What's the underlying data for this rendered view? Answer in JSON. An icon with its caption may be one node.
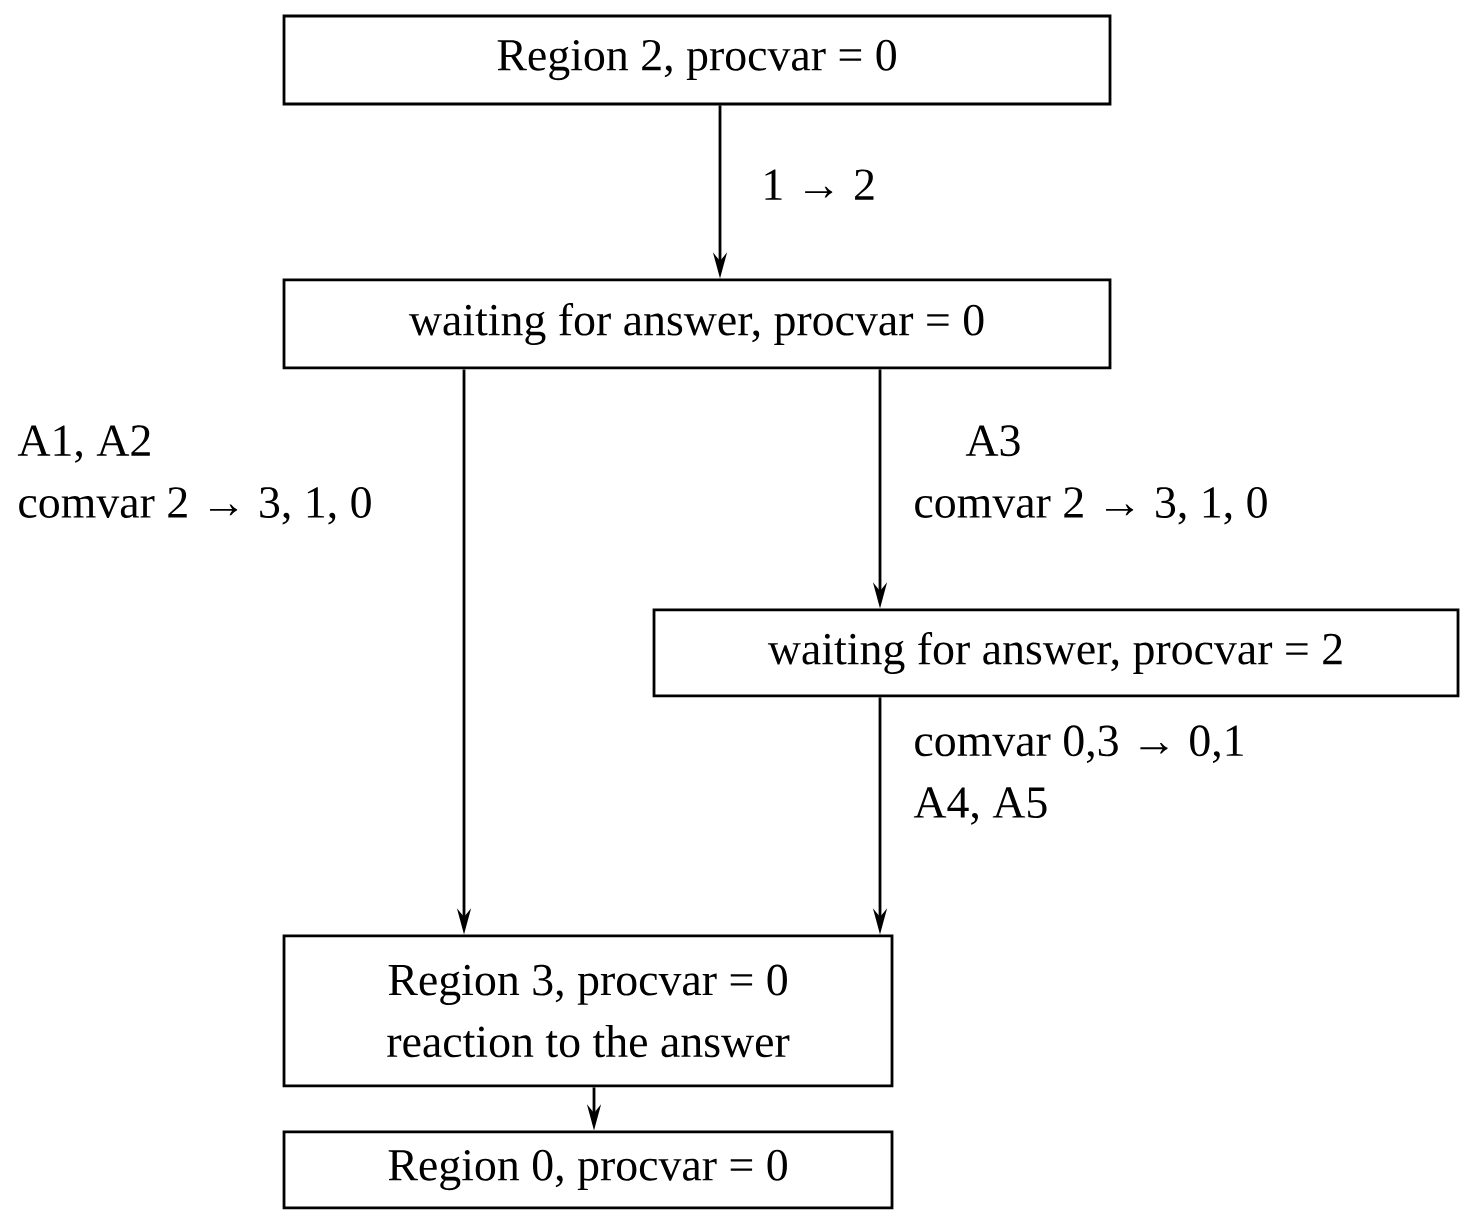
{
  "diagram": {
    "nodes": [
      {
        "text": [
          "Region 2, procvar = 0"
        ]
      },
      {
        "text": [
          "waiting for answer, procvar = 0"
        ]
      },
      {
        "text": [
          "waiting for answer, procvar = 2"
        ]
      },
      {
        "text": [
          "Region 3, procvar = 0",
          "reaction to the answer"
        ]
      },
      {
        "text": [
          "Region 0, procvar = 0"
        ]
      }
    ],
    "edges": [
      {
        "from": 0,
        "to": 1,
        "arrow": "to",
        "label": "1 → 2"
      },
      {
        "from": 1,
        "to": 3,
        "arrow": "to",
        "label": "A1, A2 comvar 2 → 3, 1, 0"
      },
      {
        "from": 1,
        "to": 2,
        "arrow": "to",
        "label": "A3 comvar 2 → 3, 1, 0"
      },
      {
        "from": 2,
        "to": 3,
        "arrow": "to",
        "label": "comvar 0,3 → 0,1 A4, A5"
      },
      {
        "from": 3,
        "to": 4,
        "arrow": "to"
      }
    ]
  }
}
